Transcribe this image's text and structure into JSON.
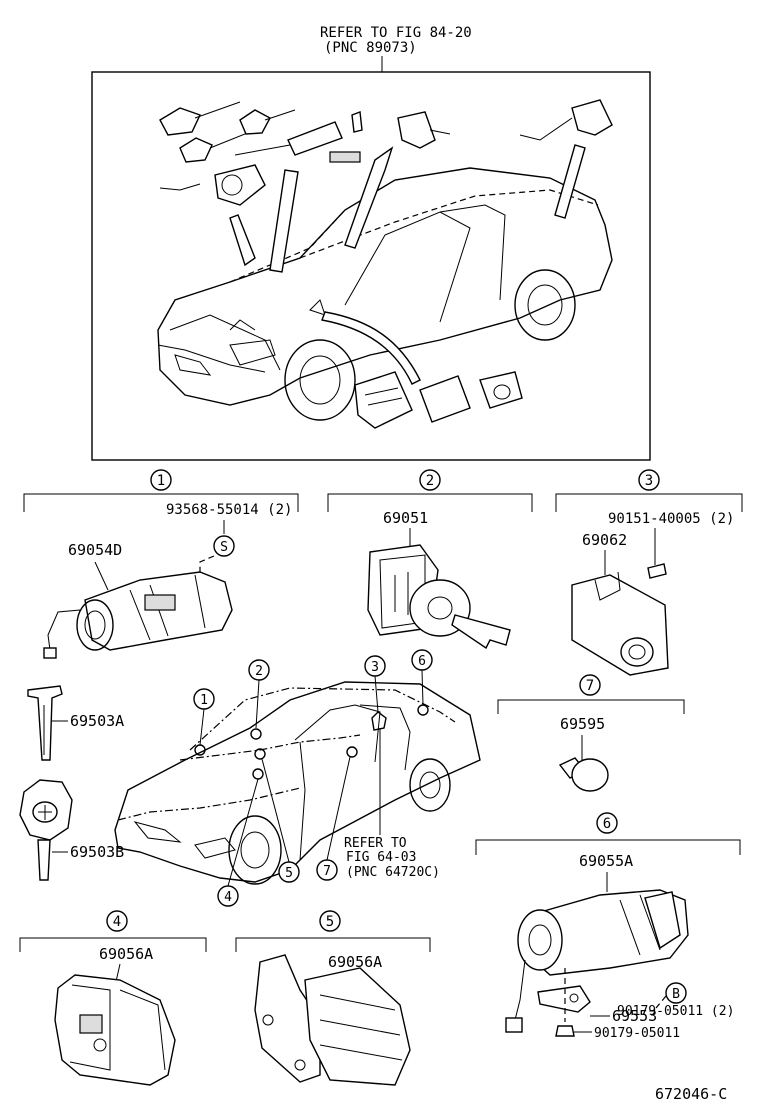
{
  "header": {
    "refer_line1": "REFER TO FIG 84-20",
    "refer_line2": "(PNC 89073)"
  },
  "sections": [
    {
      "num": "1",
      "parts": [
        "69054D",
        "93568-55014 (2)",
        "69503A",
        "69503B"
      ],
      "callout": "S"
    },
    {
      "num": "2",
      "parts": [
        "69051"
      ]
    },
    {
      "num": "3",
      "parts": [
        "69062",
        "90151-40005 (2)"
      ]
    },
    {
      "num": "4",
      "parts": [
        "69056A"
      ]
    },
    {
      "num": "5",
      "parts": [
        "69056A"
      ]
    },
    {
      "num": "6",
      "parts": [
        "69055A",
        "69553",
        "90179-05011 (2)",
        "90179-05011"
      ],
      "callout": "B"
    },
    {
      "num": "7",
      "parts": [
        "69595"
      ]
    }
  ],
  "car_markers": [
    "1",
    "2",
    "3",
    "4",
    "5",
    "6",
    "7"
  ],
  "refer_note": {
    "line1": "REFER TO",
    "line2": "FIG 64-03",
    "line3": "(PNC 64720C)"
  },
  "figure_id": "672046-C"
}
